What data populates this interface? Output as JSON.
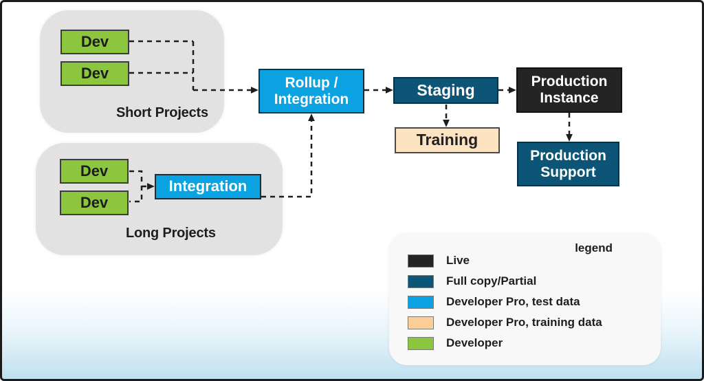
{
  "groups": {
    "short_projects": {
      "label": "Short Projects",
      "items": [
        "Dev",
        "Dev"
      ]
    },
    "long_projects": {
      "label": "Long Projects",
      "items": [
        "Dev",
        "Dev"
      ]
    }
  },
  "nodes": {
    "integration": {
      "label": "Integration",
      "color": "#0ba2e2"
    },
    "rollup": {
      "line1": "Rollup /",
      "line2": "Integration",
      "color": "#0ba2e2"
    },
    "staging": {
      "label": "Staging",
      "color": "#0d5577"
    },
    "training": {
      "label": "Training",
      "color": "#fce3c2"
    },
    "production_instance": {
      "line1": "Production",
      "line2": "Instance",
      "color": "#242424"
    },
    "production_support": {
      "line1": "Production",
      "line2": "Support",
      "color": "#0d5577"
    },
    "dev_color": "#8cc63f"
  },
  "legend": {
    "title": "legend",
    "items": [
      {
        "label": "Live",
        "color": "#242424"
      },
      {
        "label": "Full copy/Partial",
        "color": "#0a5578"
      },
      {
        "label": "Developer Pro, test data",
        "color": "#0ba2e2"
      },
      {
        "label": "Developer Pro, training data",
        "color": "#fccf96"
      },
      {
        "label": "Developer",
        "color": "#8cc63f"
      }
    ]
  }
}
